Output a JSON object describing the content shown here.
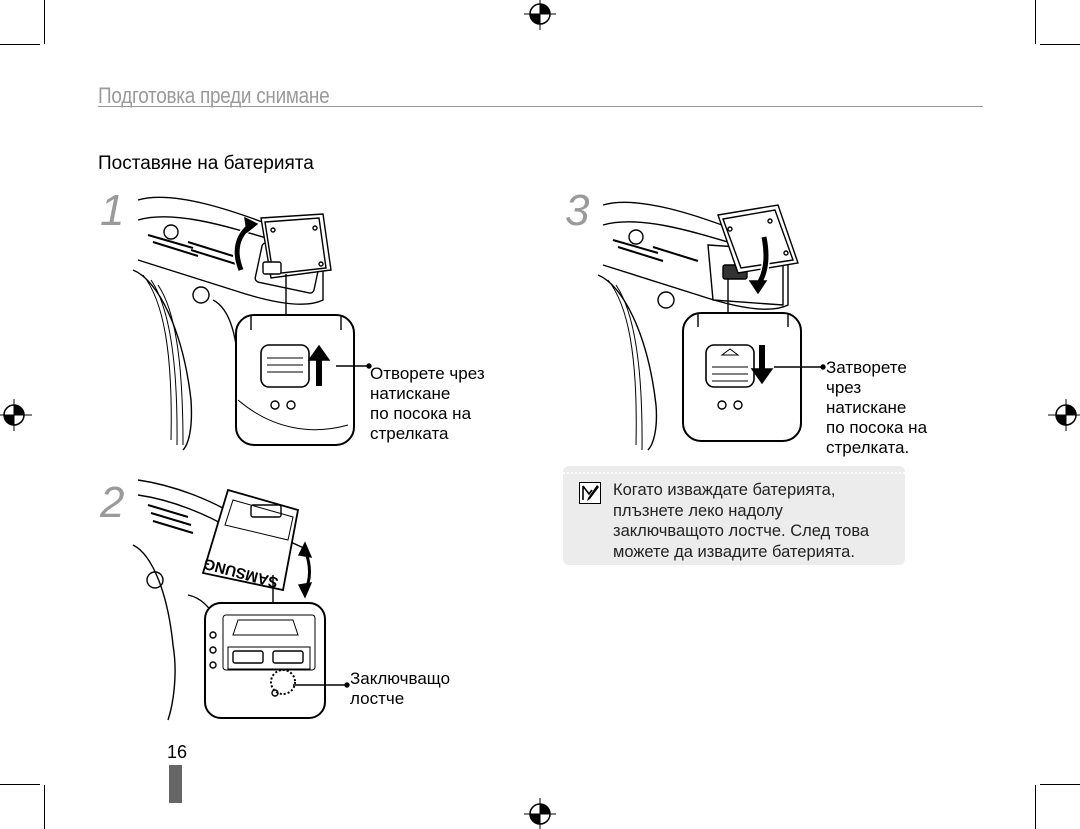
{
  "header": {
    "chapter_title": "Подготовка преди снимане"
  },
  "section": {
    "title": "Поставяне на батерията"
  },
  "steps": [
    {
      "number": "1",
      "callout_lines": [
        "Отворете чрез",
        "натискане",
        "по посока на",
        "стрелката"
      ]
    },
    {
      "number": "2",
      "brand_text": "SAMSUNG",
      "callout_lines": [
        "Заключващо",
        "лостче"
      ]
    },
    {
      "number": "3",
      "callout_lines": [
        "Затворете",
        "чрез",
        "натискане",
        "по посока на",
        "стрелката."
      ]
    }
  ],
  "note": {
    "icon": "note-pencil-icon",
    "lines": [
      "Когато изваждате батерията,",
      "плъзнете леко надолу",
      "заключващото лостче. След това",
      "можете да извадите батерията."
    ]
  },
  "footer": {
    "page_number": "16"
  },
  "colors": {
    "chapter": "#9a9a9a",
    "note_background": "#ececec",
    "page_tab": "#666666"
  }
}
